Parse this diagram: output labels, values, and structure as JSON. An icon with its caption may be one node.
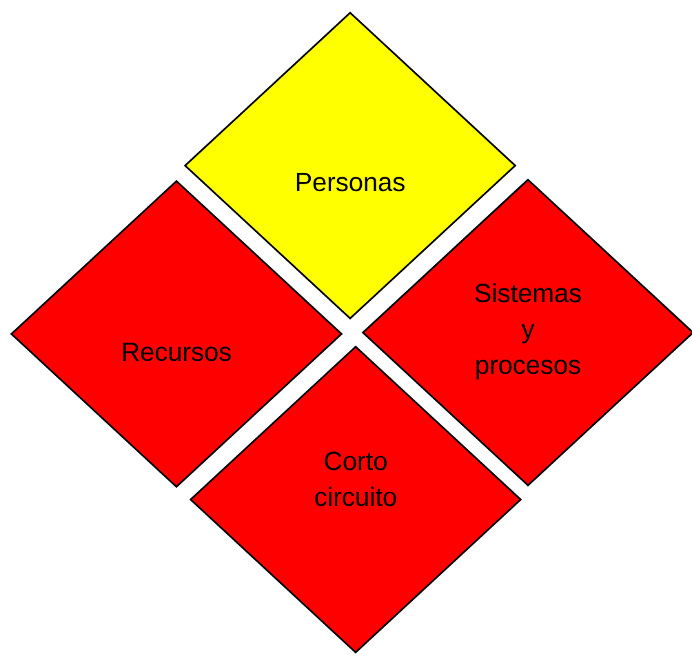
{
  "diagram": {
    "nodes": [
      {
        "text": [
          "Personas"
        ]
      },
      {
        "text": [
          "Recursos"
        ]
      },
      {
        "text": [
          "Sistemas y procesos"
        ]
      },
      {
        "text": [
          "Corto circuito"
        ]
      }
    ]
  }
}
